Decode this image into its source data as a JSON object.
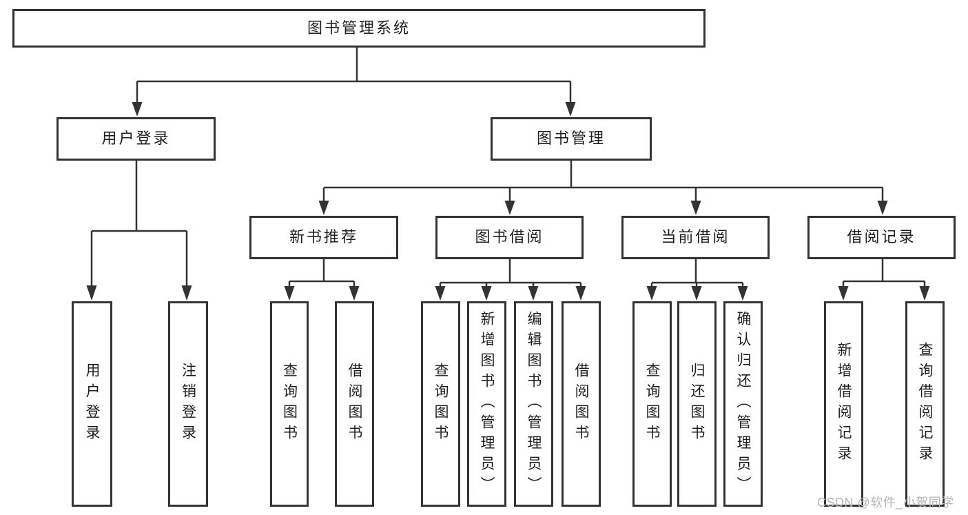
{
  "tree": {
    "root": {
      "label": "图书管理系统"
    },
    "branches": [
      {
        "label": "用户登录",
        "children": [
          {
            "label": "用户登录"
          },
          {
            "label": "注销登录"
          }
        ]
      },
      {
        "label": "图书管理",
        "sections": [
          {
            "label": "新书推荐",
            "children": [
              {
                "label": "查询图书"
              },
              {
                "label": "借阅图书"
              }
            ]
          },
          {
            "label": "图书借阅",
            "children": [
              {
                "label": "查询图书"
              },
              {
                "label": "新增图书（管理员）"
              },
              {
                "label": "编辑图书（管理员）"
              },
              {
                "label": "借阅图书"
              }
            ]
          },
          {
            "label": "当前借阅",
            "children": [
              {
                "label": "查询图书"
              },
              {
                "label": "归还图书"
              },
              {
                "label": "确认归还（管理员）"
              }
            ]
          },
          {
            "label": "借阅记录",
            "children": [
              {
                "label": "新增借阅记录"
              },
              {
                "label": "查询借阅记录"
              }
            ]
          }
        ]
      }
    ]
  },
  "watermark": {
    "text": "CSDN @软件_小贺同学"
  },
  "colors": {
    "line": "#333333",
    "text": "#1f1f1f",
    "box_background": "#ffffff",
    "page_background": "#ffffff",
    "watermark": "#b5b5b5"
  }
}
